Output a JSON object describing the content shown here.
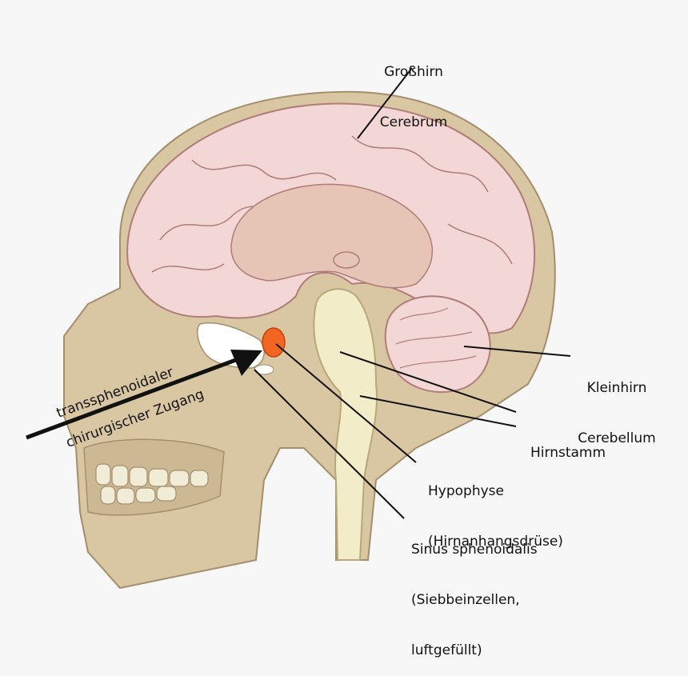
{
  "labels": {
    "cerebrum": {
      "line1": "Großhirn",
      "line2": "Cerebrum"
    },
    "cerebellum": {
      "line1": "Kleinhirn",
      "line2": "Cerebellum"
    },
    "brainstem": {
      "line1": "Hirnstamm"
    },
    "pituitary": {
      "line1": "Hypophyse",
      "line2": "(Hirnanhangsdrüse)"
    },
    "sinus": {
      "line1": "Sinus sphenoidalis",
      "line2": "(Siebbeinzellen,",
      "line3": "luftgefüllt)"
    },
    "approach": {
      "line1": "transsphenoidaler",
      "line2": "chirurgischer Zugang"
    }
  },
  "colors": {
    "background": "#f7f7f7",
    "bone": "#d9c7a4",
    "bone_stroke": "#a58e6b",
    "brain": "#f3d6d6",
    "brain_stroke": "#b07c78",
    "inner_brain": "#e6c4b6",
    "brainstem": "#f3ecc8",
    "pituitary": "#f26522",
    "sinus": "#ffffff",
    "teeth": "#f1ecd8"
  }
}
